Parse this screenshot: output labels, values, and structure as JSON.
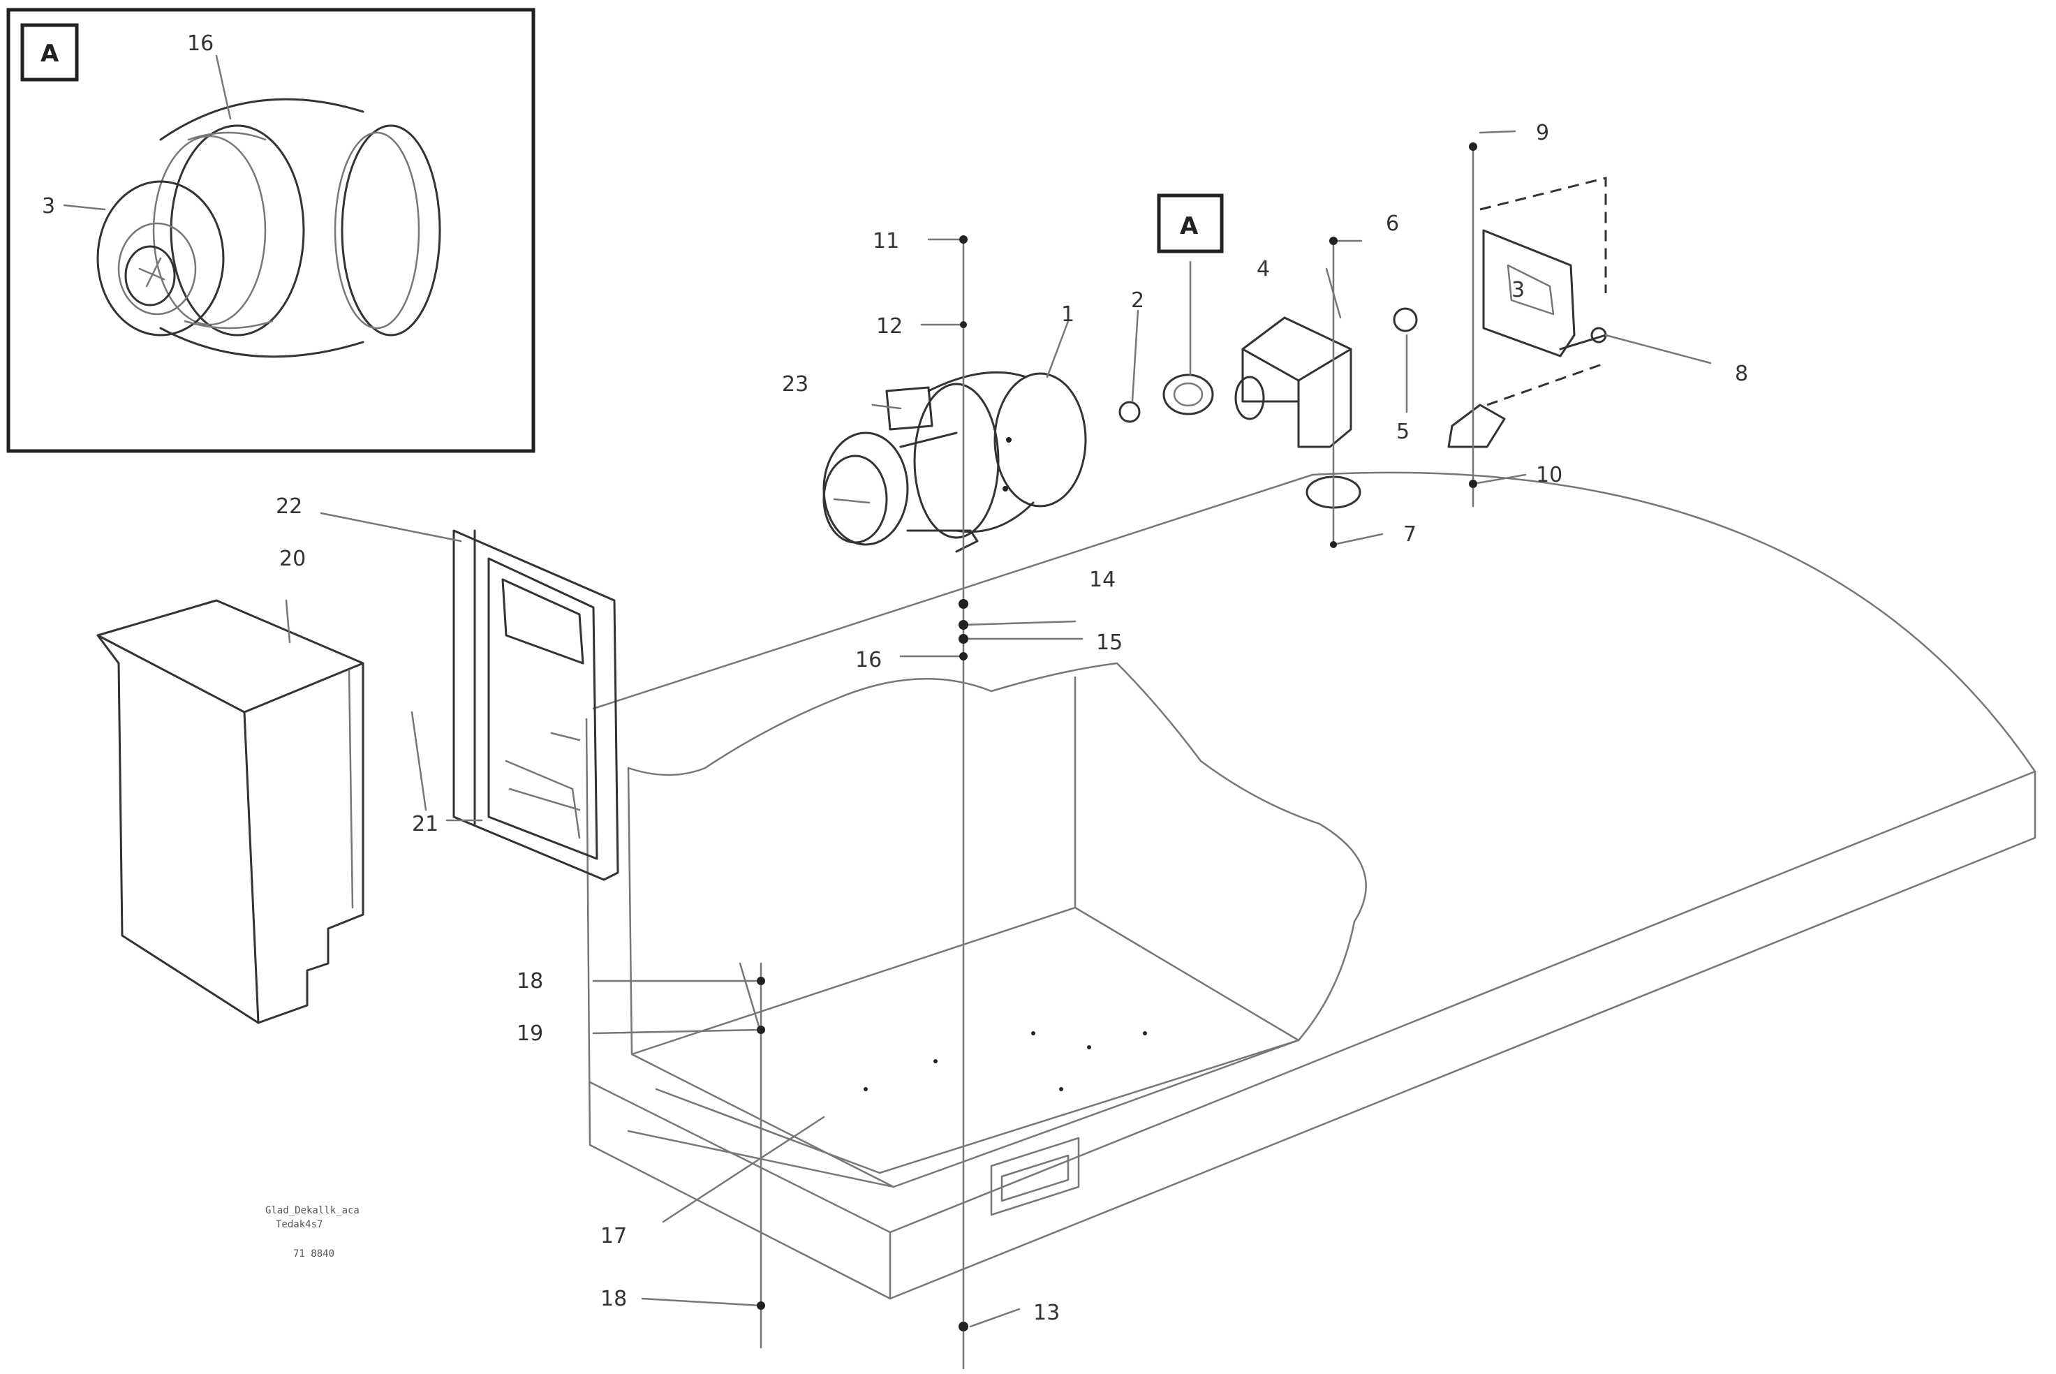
{
  "view_tag": "A",
  "inset": {
    "tag": "A",
    "labels": {
      "top": "16",
      "side": "3"
    }
  },
  "callouts": {
    "c11": "11",
    "c12": "12",
    "c23": "23",
    "c1": "1",
    "c2": "2",
    "c4": "4",
    "c6": "6",
    "c3": "3",
    "c9": "9",
    "c8": "8",
    "c5": "5",
    "c10": "10",
    "c7": "7",
    "c22": "22",
    "c20": "20",
    "c14": "14",
    "c15": "15",
    "c16": "16",
    "c21": "21",
    "c18": "18",
    "c19": "19",
    "c17": "17",
    "c18b": "18",
    "c13": "13"
  },
  "caption": {
    "line1": "Glad_Dekallk_aca",
    "line2": "Tedak4s7",
    "line3": "71 8840"
  }
}
